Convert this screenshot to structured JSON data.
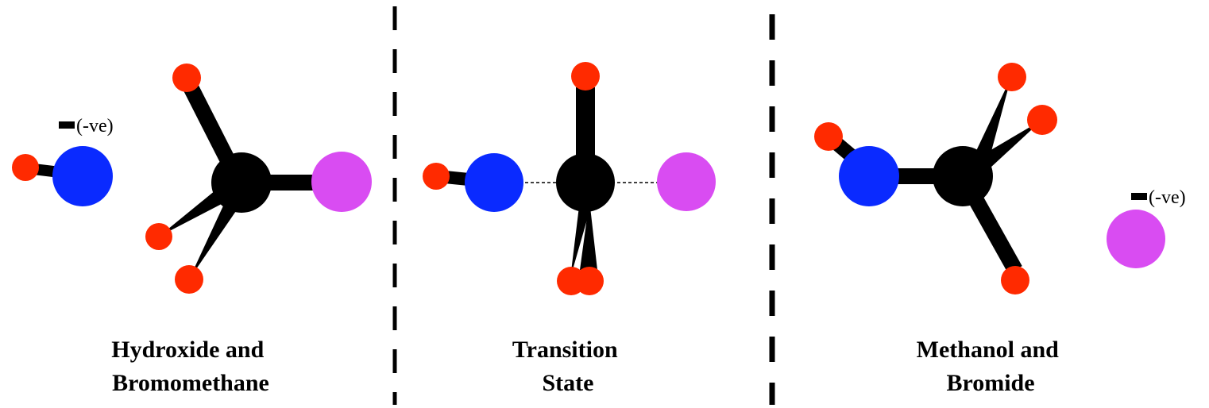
{
  "colors": {
    "background": "#ffffff",
    "hydrogen": "#ff2a00",
    "oxygen": "#0a2aff",
    "carbon": "#000000",
    "bromine": "#d94cf2",
    "bond": "#000000",
    "divider": "#000000"
  },
  "panels": [
    {
      "id": "reactants",
      "caption_lines": [
        "Hydroxide and",
        "Bromomethane"
      ],
      "charge_label": "(-ve)"
    },
    {
      "id": "transition",
      "caption_lines": [
        "Transition",
        "State"
      ]
    },
    {
      "id": "products",
      "caption_lines": [
        "Methanol and",
        "Bromide"
      ],
      "charge_label": "(-ve)"
    }
  ]
}
